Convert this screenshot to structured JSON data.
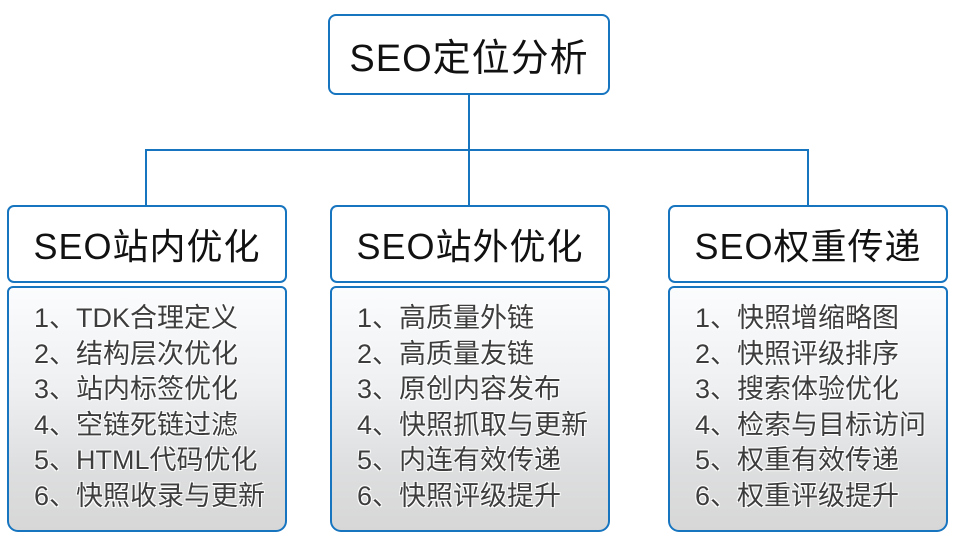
{
  "diagram": {
    "root": {
      "title": "SEO定位分析"
    },
    "branches": [
      {
        "title": "SEO站内优化",
        "items": [
          "1、TDK合理定义",
          "2、结构层次优化",
          "3、站内标签优化",
          "4、空链死链过滤",
          "5、HTML代码优化",
          "6、快照收录与更新"
        ]
      },
      {
        "title": "SEO站外优化",
        "items": [
          "1、高质量外链",
          "2、高质量友链",
          "3、原创内容发布",
          "4、快照抓取与更新",
          "5、内连有效传递",
          "6、快照评级提升"
        ]
      },
      {
        "title": "SEO权重传递",
        "items": [
          "1、快照增缩略图",
          "2、快照评级排序",
          "3、搜索体验优化",
          "4、检索与目标访问",
          "5、权重有效传递",
          "6、权重评级提升"
        ]
      }
    ],
    "colors": {
      "line": "#1775C0",
      "title_text": "#111111",
      "item_text": "#3d3d3d",
      "panel_gradient_top": "#fbfcfd",
      "panel_gradient_bottom": "#d7d7d7"
    }
  }
}
